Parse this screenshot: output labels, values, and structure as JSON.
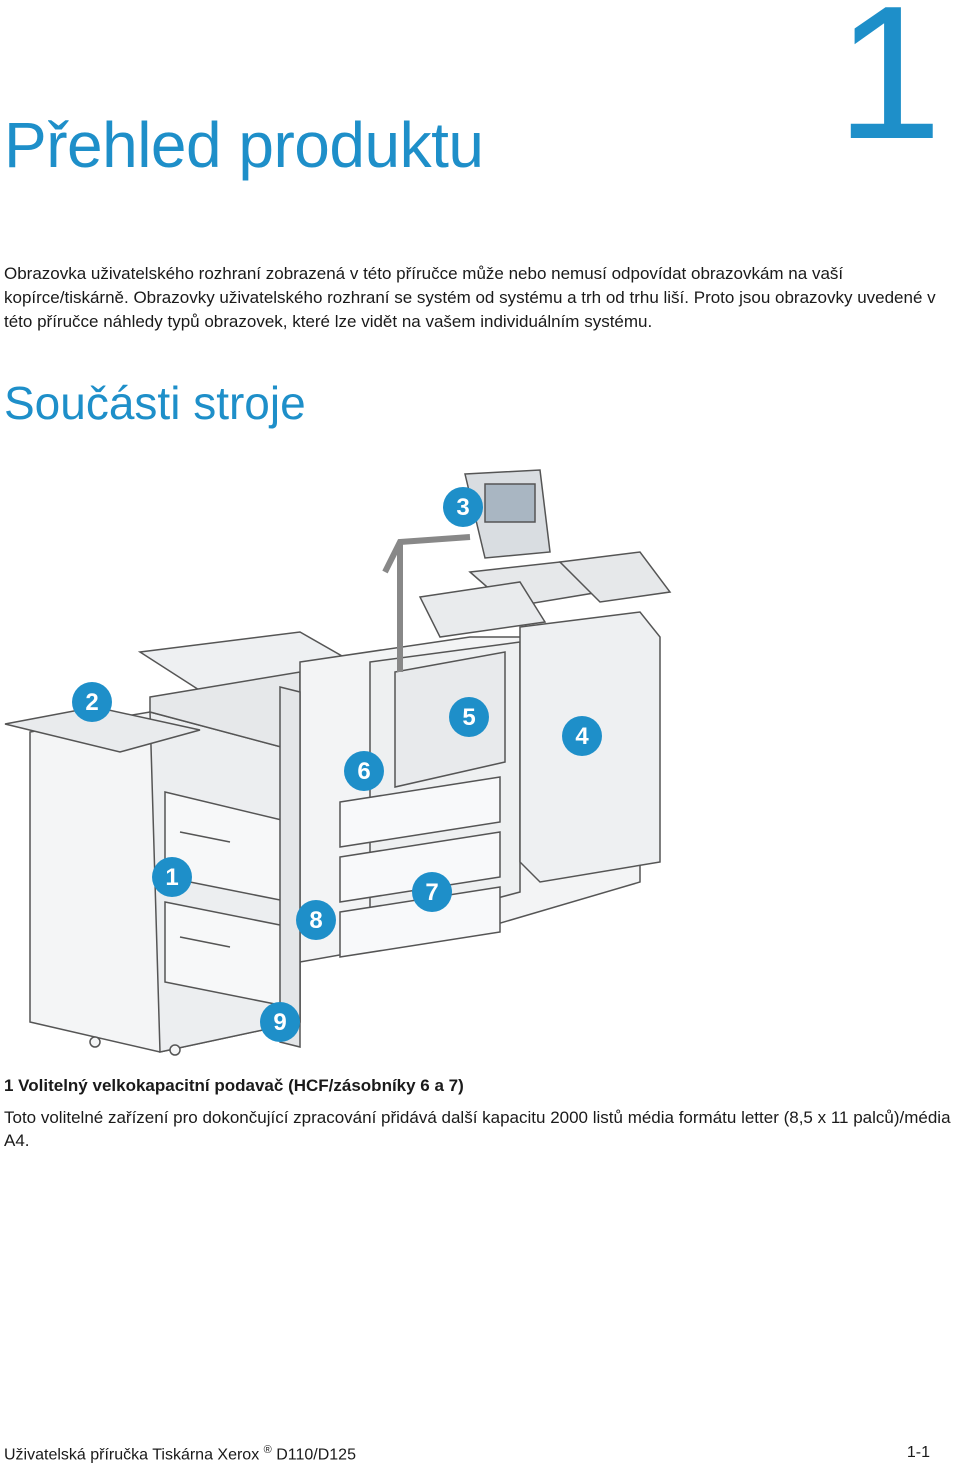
{
  "chapter": {
    "number": "1"
  },
  "title": "Přehled produktu",
  "intro": "Obrazovka uživatelského rozhraní zobrazená v této příručce může nebo nemusí odpovídat obrazovkám na vaší kopírce/tiskárně. Obrazovky uživatelského rozhraní se systém od systému a trh od trhu liší. Proto jsou obrazovky uvedené v této příručce náhledy typů obrazovek, které lze vidět na vašem individuálním systému.",
  "section": {
    "title": "Součásti stroje"
  },
  "figure": {
    "callouts": [
      "1",
      "2",
      "3",
      "4",
      "5",
      "6",
      "7",
      "8",
      "9"
    ],
    "callout_color": "#1e8fc9"
  },
  "item1": {
    "heading": "1 Volitelný velkokapacitní podavač (HCF/zásobníky 6 a 7)",
    "text": "Toto volitelné zařízení pro dokončující zpracování přidává další kapacitu 2000 listů média formátu letter (8,5 x 11 palců)/média A4."
  },
  "footer": {
    "left_prefix": "Uživatelská příručka Tiskárna Xerox",
    "registered": "®",
    "left_suffix": " D110/D125",
    "page": "1-1"
  }
}
